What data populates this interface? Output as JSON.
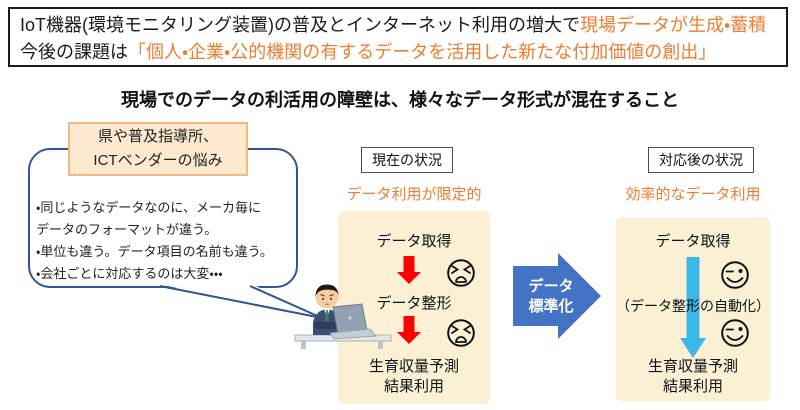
{
  "banner": {
    "line1_black": "IoT機器(環境モニタリング装置)の普及とインターネット利用の増大で",
    "line1_orange": "現場データが生成・蓄積",
    "line2_black": "今後の課題は",
    "line2_orange": "「個人・企業・公的機関の有するデータを活用した新たな付加価値の創出」"
  },
  "subtitle": "現場でのデータの利活用の障壁は、様々なデータ形式が混在すること",
  "left": {
    "worry_label": {
      "line1": "県や普及指導所、",
      "line2": "ICTベンダーの悩み"
    },
    "bubble_lines": [
      "・同じようなデータなのに、メーカ毎に",
      "データのフォーマットが違う。",
      "・単位も違う。データ項目の名前も違う。",
      "・会社ごとに対応するのは大変・・・"
    ],
    "person_illustration": "worried office worker at laptop on desk"
  },
  "current": {
    "header": "現在の状況",
    "caption": "データ利用が限定的",
    "step1": "データ取得",
    "step2": "データ整形",
    "final_line1": "生育収量予測",
    "final_line2": "結果利用",
    "face": "distressed-face"
  },
  "transform_arrow": {
    "line1": "データ",
    "line2": "標準化"
  },
  "after": {
    "header": "対応後の状況",
    "caption": "効率的なデータ利用",
    "step1": "データ取得",
    "note": "（データ整形の自動化）",
    "final_line1": "生育収量予測",
    "final_line2": "結果利用",
    "face": "wink-smiley-face"
  },
  "colors": {
    "accent_orange": "#ED7D31",
    "panel_bg": "#FBF0D3",
    "bubble_border": "#2F5597",
    "label_bg": "#FDE9CE",
    "label_border": "#F2B984",
    "arrow_red": "#FE0000",
    "arrow_blue": "#4472C4",
    "arrow_cyan": "#3BB8E8"
  }
}
